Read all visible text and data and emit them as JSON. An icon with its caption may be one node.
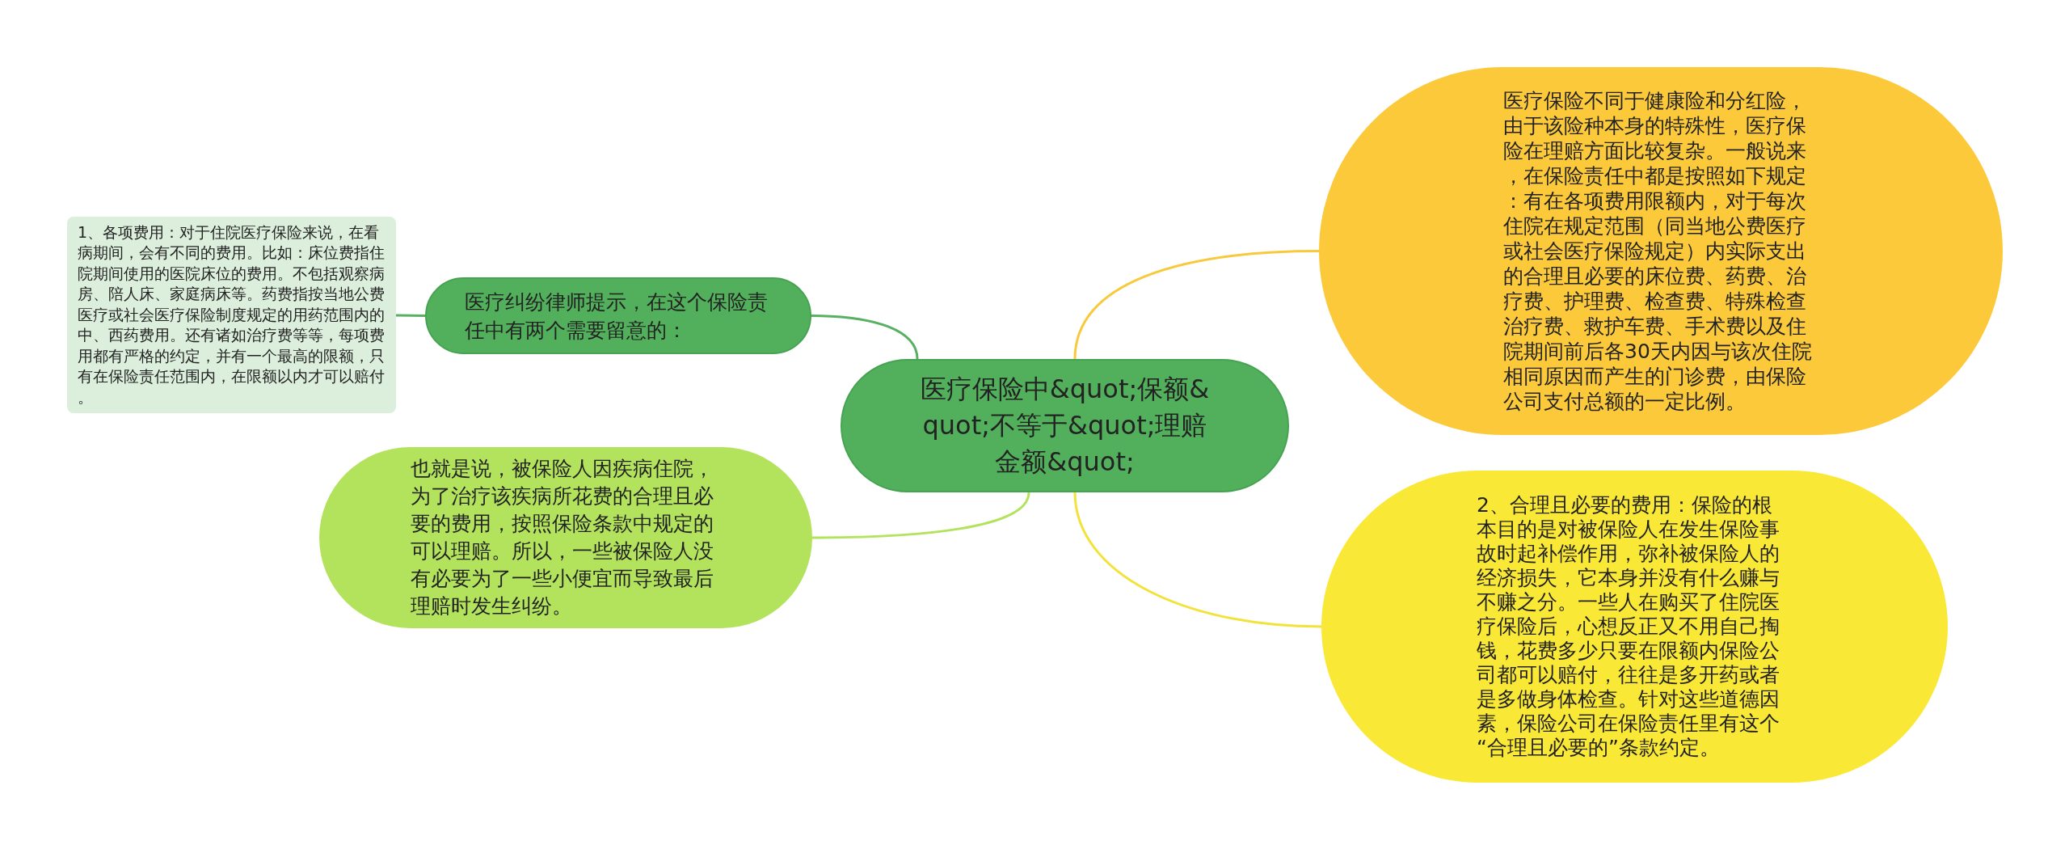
{
  "diagram": {
    "nodes": [
      {
        "text": [
          "医疗保险中&quot;保额&quot;不等于&quot;理赔金额&quot;"
        ]
      },
      {
        "text": [
          "医疗纠纷律师提示，在这个保险责任中有两个需要留意的："
        ]
      },
      {
        "text": [
          "1、各项费用：对于住院医疗保险来说，在看病期间，会有不同的费用。比如：床位费指住院期间使用的医院床位的费用。不包括观察病房、陪人床、家庭病床等。药费指按当地公费医疗或社会医疗保险制度规定的用药范围内的中、西药费用。还有诸如治疗费等等，每项费用都有严格的约定，并有一个最高的限额，只有在保险责任范围内，在限额以内才可以赔付。"
        ]
      },
      {
        "text": [
          "也就是说，被保险人因疾病住院，为了治疗该疾病所花费的合理且必要的费用，按照保险条款中规定的可以理赔。所以，一些被保险人没有必要为了一些小便宜而导致最后理赔时发生纠纷。"
        ]
      },
      {
        "text": [
          "医疗保险不同于健康险和分红险，由于该险种本身的特殊性，医疗保险在理赔方面比较复杂。一般说来，在保险责任中都是按照如下规定：有在各项费用限额内，对于每次住院在规定范围（同当地公费医疗或社会医疗保险规定）内实际支出的合理且必要的床位费、药费、治疗费、护理费、检查费、特殊检查治疗费、救护车费、手术费以及住院期间前后各30天内因与该次住院相同原因而产生的门诊费，由保险公司支付总额的一定比例。"
        ]
      },
      {
        "text": [
          "2、合理且必要的费用：保险的根本目的是对被保险人在发生保险事故时起补偿作用，弥补被保险人的经济损失，它本身并没有什么赚与不赚之分。一些人在购买了住院医疗保险后，心想反正又不用自己掏钱，花费多少只要在限额内保险公司都可以赔付，往往是多开药或者是多做身体检查。针对这些道德因素，保险公司在保险责任里有这个“合理且必要的”条款约定。"
        ]
      }
    ],
    "edges": [
      {
        "from": 0,
        "to": 1,
        "arrow": "none",
        "color": "#58b062"
      },
      {
        "from": 1,
        "to": 2,
        "arrow": "none",
        "color": "#58b062"
      },
      {
        "from": 0,
        "to": 3,
        "arrow": "none",
        "color": "#b3e35d"
      },
      {
        "from": 0,
        "to": 4,
        "arrow": "none",
        "color": "#f8c93c"
      },
      {
        "from": 0,
        "to": 5,
        "arrow": "none",
        "color": "#f2e23a"
      }
    ]
  }
}
